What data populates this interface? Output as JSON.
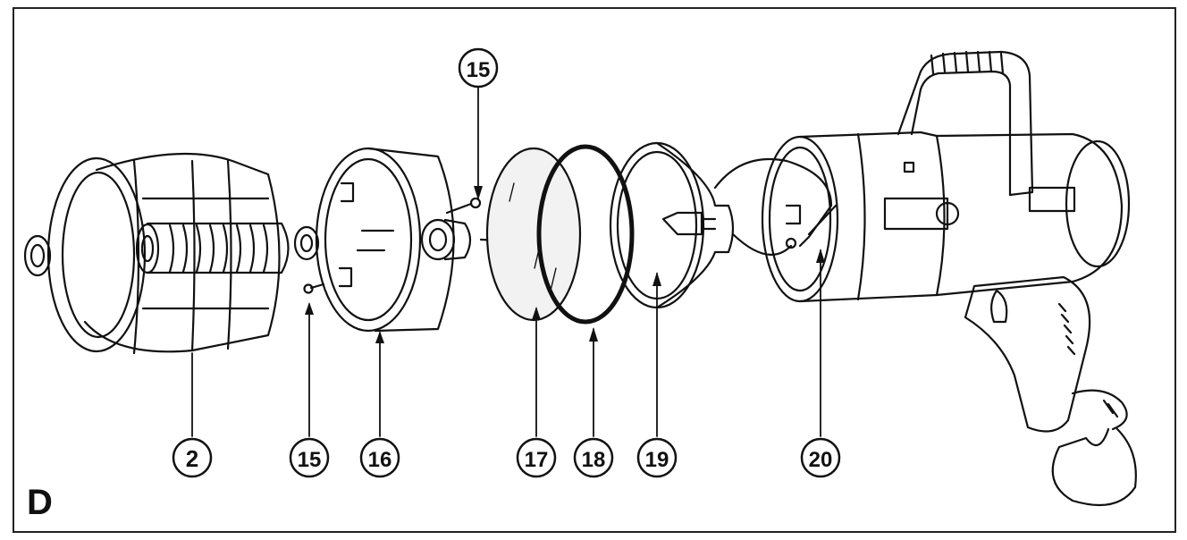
{
  "figure": {
    "letter": "D",
    "callouts": [
      {
        "id": "c-2",
        "label": "2"
      },
      {
        "id": "c-15-top",
        "label": "15"
      },
      {
        "id": "c-15-bottom",
        "label": "15"
      },
      {
        "id": "c-16",
        "label": "16"
      },
      {
        "id": "c-17",
        "label": "17"
      },
      {
        "id": "c-18",
        "label": "18"
      },
      {
        "id": "c-19",
        "label": "19"
      },
      {
        "id": "c-20",
        "label": "20"
      }
    ]
  },
  "colors": {
    "ink": "#111111",
    "background": "#ffffff",
    "lens_fill": "#f2f2f2"
  }
}
